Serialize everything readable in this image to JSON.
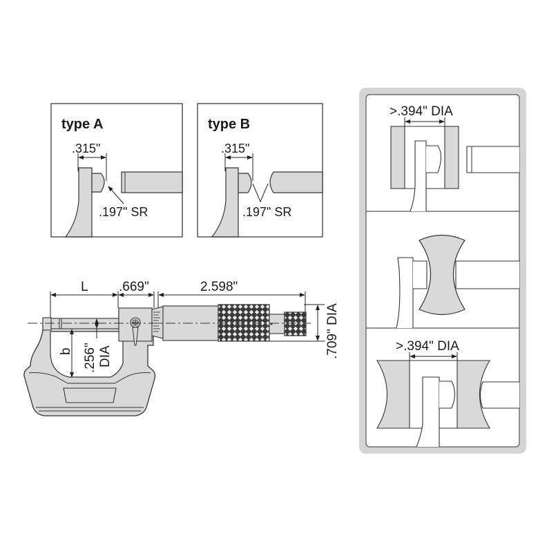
{
  "panels": {
    "type_a": {
      "title": "type A",
      "dim_length": ".315\"",
      "dim_radius": ".197\" SR"
    },
    "type_b": {
      "title": "type B",
      "dim_length": ".315\"",
      "dim_radius": ".197\" SR"
    }
  },
  "main_view": {
    "dim_L": "L",
    "dim_frame": ".669\"",
    "dim_sleeve": "2.598\"",
    "dim_thimble_dia": ".709\" DIA",
    "dim_b": "b",
    "dim_spindle_dia_line1": ".256\"",
    "dim_spindle_dia_line2": "DIA"
  },
  "applications": {
    "tube": {
      "dim": ">.394\" DIA"
    },
    "concave": {
      "dim": ""
    },
    "groove": {
      "dim": ">.394\" DIA"
    }
  },
  "colors": {
    "part_fill": "#d9d9d9",
    "outline": "#333333",
    "panel_border": "#555555",
    "app_frame": "#d0d0d0",
    "knurl": "#2a2a2a"
  }
}
